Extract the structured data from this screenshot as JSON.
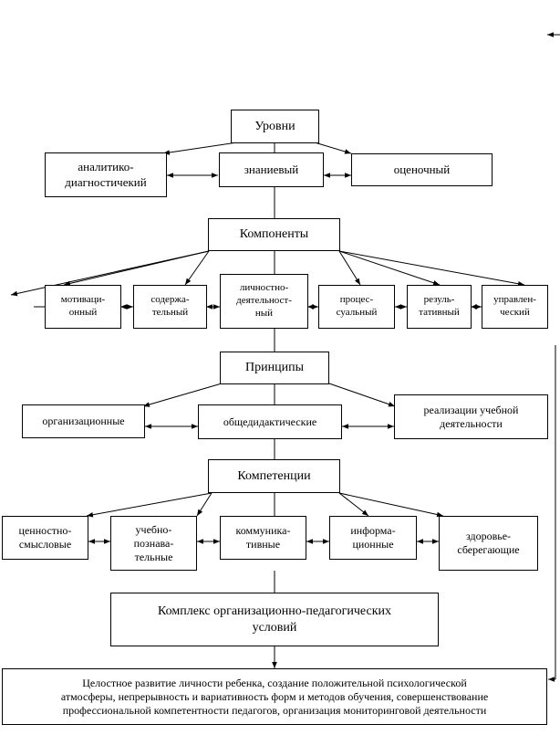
{
  "levels": {
    "header": "Уровни",
    "items": [
      "аналитико-\nдиагностичекий",
      "знаниевый",
      "оценочный"
    ]
  },
  "components": {
    "header": "Компоненты",
    "items": [
      "мотиваци-\nонный",
      "содержа-\nтельный",
      "личностно-\nдеятельност-\nный",
      "процес-\nсуальный",
      "резуль-\nтативный",
      "управлен-\nческий"
    ]
  },
  "principles": {
    "header": "Принципы",
    "items": [
      "организационные",
      "общедидактические",
      "реализации учебной\nдеятельности"
    ]
  },
  "competencies": {
    "header": "Компетенции",
    "items": [
      "ценностно-\nсмысловые",
      "учебно-\nпознава-\nтельные",
      "коммуника-\nтивные",
      "информа-\nционные",
      "здоровье-\nсберегающие"
    ]
  },
  "complex": "Комплекс организационно-педагогических\nусловий",
  "result": "Целостное развитие личности ребенка, создание положительной психологической\nатмосферы, непрерывность и вариативность форм и методов обучения, совершенствование\nпрофессиональной компетентности педагогов, организация мониторинговой деятельности"
}
